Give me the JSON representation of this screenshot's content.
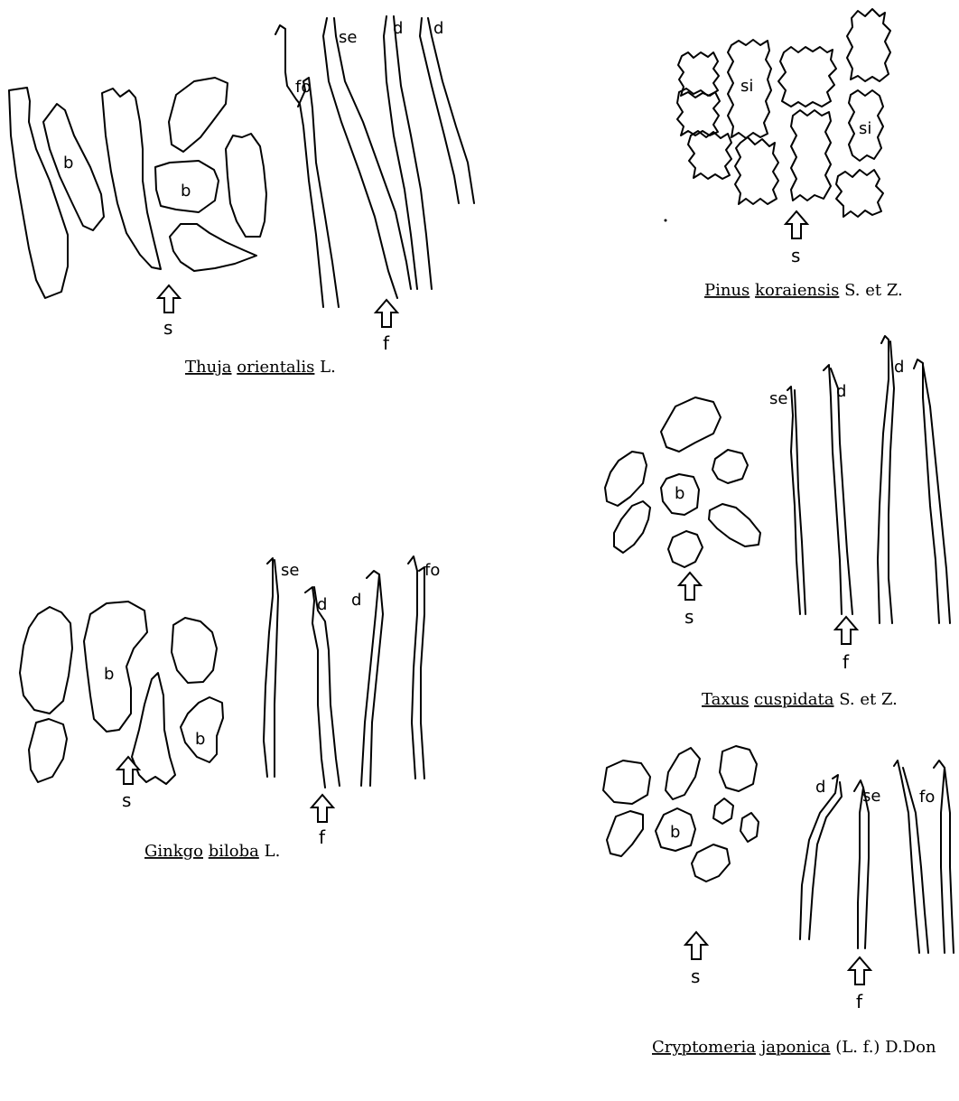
{
  "figure": {
    "panels": [
      {
        "id": "thuja",
        "caption": {
          "genus": "Thuja",
          "species": "orientalis",
          "authority": "L."
        },
        "arrows": {
          "sclereid": "s",
          "fiber": "f"
        },
        "cell_labels": [
          "b",
          "b"
        ],
        "fiber_labels": [
          "fo",
          "se",
          "d",
          "d"
        ]
      },
      {
        "id": "pinus",
        "caption": {
          "genus": "Pinus",
          "species": "koraiensis",
          "authority": "S. et Z."
        },
        "arrows": {
          "sclereid": "s"
        },
        "cell_labels": [
          "si",
          "si"
        ]
      },
      {
        "id": "taxus",
        "caption": {
          "genus": "Taxus",
          "species": "cuspidata",
          "authority": "S. et Z."
        },
        "arrows": {
          "sclereid": "s",
          "fiber": "f"
        },
        "cell_labels": [
          "b"
        ],
        "fiber_labels": [
          "se",
          "d",
          "d"
        ]
      },
      {
        "id": "ginkgo",
        "caption": {
          "genus": "Ginkgo",
          "species": "biloba",
          "authority": "L."
        },
        "arrows": {
          "sclereid": "s",
          "fiber": "f"
        },
        "cell_labels": [
          "b",
          "b"
        ],
        "fiber_labels": [
          "se",
          "d",
          "d",
          "fo"
        ]
      },
      {
        "id": "cryptomeria",
        "caption": {
          "genus": "Cryptomeria",
          "species": "japonica",
          "authority": "(L. f.) D.Don"
        },
        "arrows": {
          "sclereid": "s",
          "fiber": "f"
        },
        "cell_labels": [
          "b"
        ],
        "fiber_labels": [
          "d",
          "se",
          "fo"
        ]
      }
    ]
  }
}
